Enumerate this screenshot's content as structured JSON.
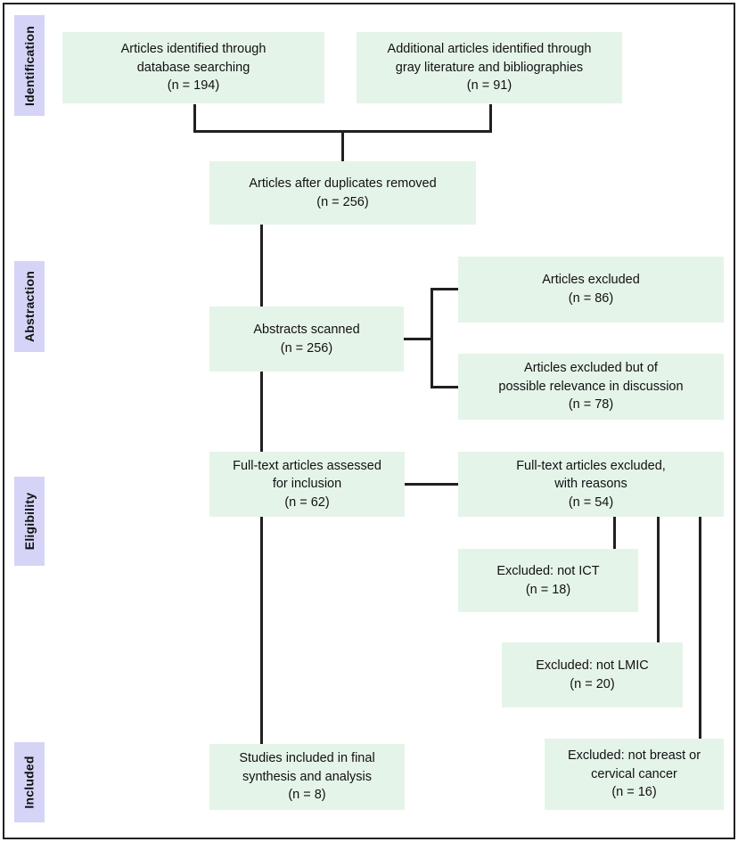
{
  "diagram": {
    "title": "PRISMA study selection flow diagram",
    "colors": {
      "box_fill": "#e5f4e9",
      "stage_label_fill": "#d5d3f6",
      "line": "#231f20",
      "text": "#111111",
      "background": "#ffffff"
    },
    "stages": [
      {
        "id": "identification",
        "label": "Identification"
      },
      {
        "id": "abstraction",
        "label": "Abstraction"
      },
      {
        "id": "eligibility",
        "label": "Eligibility"
      },
      {
        "id": "included",
        "label": "Included"
      }
    ],
    "nodes": [
      {
        "id": "db-search",
        "text": "Articles identified through\ndatabase searching\n(n = 194)",
        "count": 194
      },
      {
        "id": "gray-lit",
        "text": "Additional articles identified through\ngray literature and bibliographies\n(n = 91)",
        "count": 91
      },
      {
        "id": "after-duplicates",
        "text": "Articles after duplicates removed\n(n = 256)",
        "count": 256
      },
      {
        "id": "abstracts-scanned",
        "text": "Abstracts scanned\n(n = 256)",
        "count": 256
      },
      {
        "id": "articles-excluded",
        "text": "Articles excluded\n(n = 86)",
        "count": 86
      },
      {
        "id": "articles-excluded-relevant",
        "text": "Articles excluded but of\npossible relevance in discussion\n(n = 78)",
        "count": 78
      },
      {
        "id": "fulltext-assessed",
        "text": "Full-text articles assessed\nfor inclusion\n(n = 62)",
        "count": 62
      },
      {
        "id": "fulltext-excluded",
        "text": "Full-text articles excluded,\nwith reasons\n(n = 54)",
        "count": 54
      },
      {
        "id": "excluded-not-ict",
        "text": "Excluded: not ICT\n(n = 18)",
        "count": 18
      },
      {
        "id": "excluded-not-lmic",
        "text": "Excluded: not LMIC\n(n = 20)",
        "count": 20
      },
      {
        "id": "excluded-not-cancer",
        "text": "Excluded: not breast or\ncervical cancer\n(n = 16)",
        "count": 16
      },
      {
        "id": "studies-included",
        "text": "Studies included in final\nsynthesis and analysis\n(n = 8)",
        "count": 8
      }
    ]
  }
}
